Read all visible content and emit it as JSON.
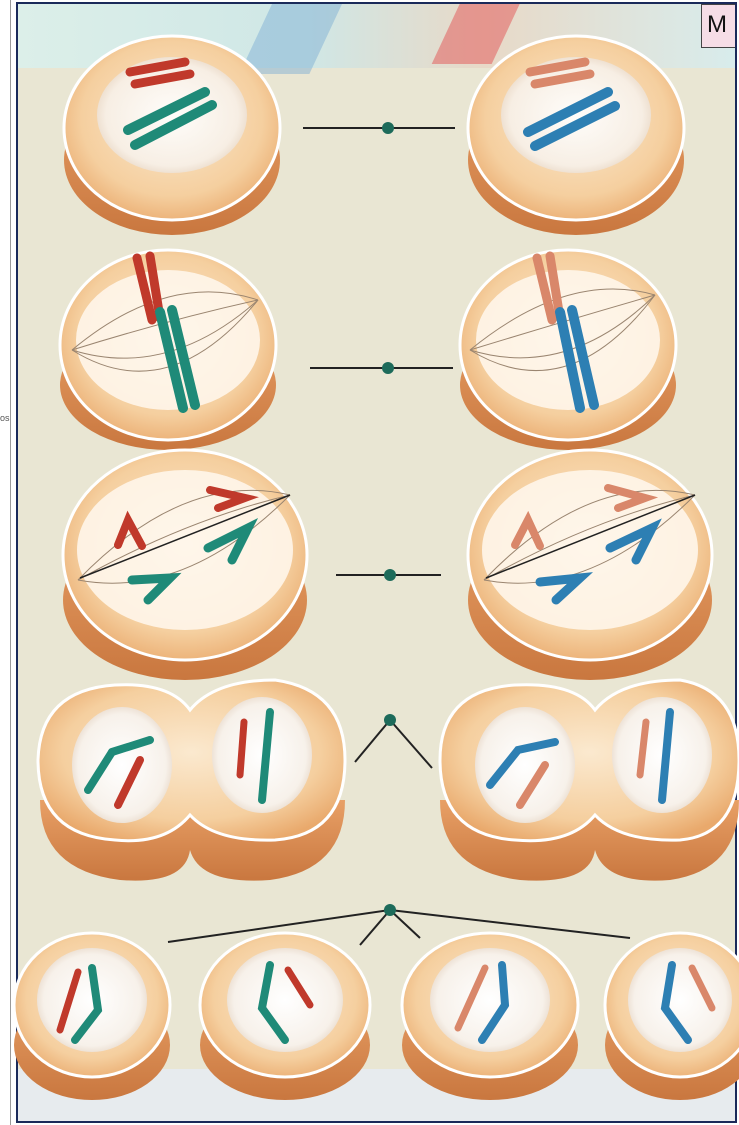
{
  "corner_label": "M",
  "margin_text": "os",
  "colors": {
    "maternal_red": "#c0392b",
    "maternal_teal": "#1f8a78",
    "paternal_salmon": "#d9876a",
    "paternal_blue": "#2d7fb3",
    "cytoplasm": "#f2c79a",
    "cell_edge": "#d79058",
    "background": "#e9e6d3",
    "connector_node": "#1d6b5a"
  },
  "icons": [
    "cell-illustration",
    "chromosome-icon",
    "connector-node-icon"
  ],
  "rows": 5,
  "columns_final": 4
}
